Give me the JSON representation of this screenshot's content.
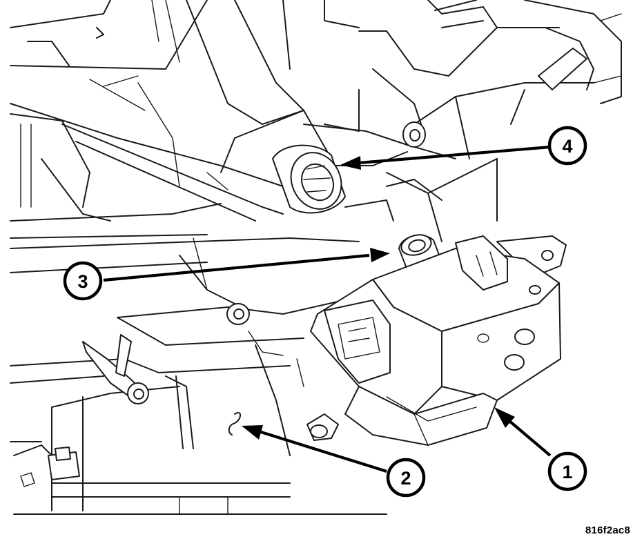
{
  "diagram": {
    "callouts": [
      {
        "id": "1",
        "label": "1"
      },
      {
        "id": "2",
        "label": "2"
      },
      {
        "id": "3",
        "label": "3"
      },
      {
        "id": "4",
        "label": "4"
      }
    ],
    "reference_code": "816f2ac8",
    "colors": {
      "line": "#1a1a1a",
      "background": "#ffffff",
      "callout": "#000000"
    }
  }
}
